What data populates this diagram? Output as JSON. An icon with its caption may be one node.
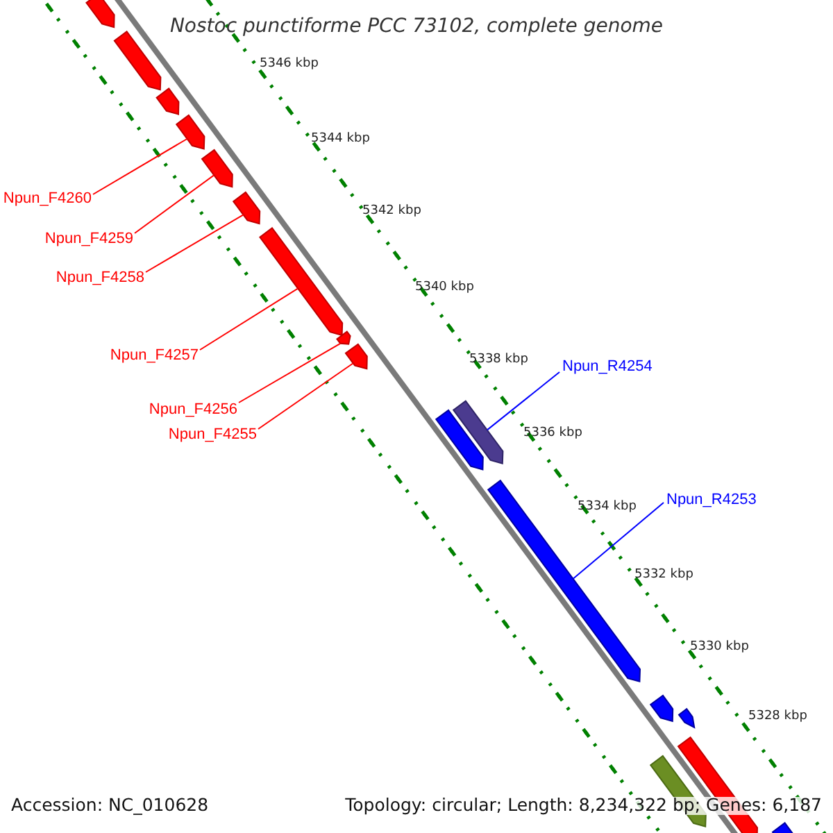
{
  "diagram": {
    "title": "Nostoc punctiforme PCC 73102, complete genome",
    "nodes": [
      {
        "text": [
          "Npun_F4260"
        ]
      },
      {
        "text": [
          "Npun_F4259"
        ]
      },
      {
        "text": [
          "Npun_F4258"
        ]
      },
      {
        "text": [
          "Npun_F4257"
        ]
      },
      {
        "text": [
          "Npun_R4254"
        ]
      },
      {
        "text": [
          "Npun_F4256"
        ]
      },
      {
        "text": [
          "Npun_F4255"
        ]
      },
      {
        "text": [
          "Npun_R4253"
        ]
      },
      {
        "text": [],
        "shape": "arrow"
      },
      {
        "text": [],
        "shape": "arrow"
      },
      {
        "text": [],
        "shape": "arrow"
      },
      {
        "text": [],
        "shape": "arrow"
      },
      {
        "text": [],
        "shape": "arrow"
      },
      {
        "text": [],
        "shape": "arrow"
      },
      {
        "text": [],
        "shape": "arrow"
      },
      {
        "text": [],
        "shape": "arrow"
      },
      {
        "text": [],
        "shape": "arrow"
      },
      {
        "text": [],
        "shape": "arrow"
      },
      {
        "text": [],
        "shape": "arrow"
      },
      {
        "text": [],
        "shape": "arrow"
      },
      {
        "text": [],
        "shape": "arrow"
      },
      {
        "text": [],
        "shape": "arrow"
      },
      {
        "text": [],
        "shape": "arrow"
      },
      {
        "text": [],
        "shape": "arrow"
      },
      {
        "text": [],
        "shape": "arrow"
      }
    ],
    "edges": [
      {
        "from": 0,
        "to": 11,
        "arrow": "none"
      },
      {
        "from": 1,
        "to": 12,
        "arrow": "none"
      },
      {
        "from": 2,
        "to": 13,
        "arrow": "none"
      },
      {
        "from": 3,
        "to": 14,
        "arrow": "none"
      },
      {
        "from": 4,
        "to": 18,
        "arrow": "none",
        "color": "#0000ff"
      },
      {
        "from": 5,
        "to": 15,
        "arrow": "none"
      },
      {
        "from": 6,
        "to": 16,
        "arrow": "none"
      },
      {
        "from": 7,
        "to": 19,
        "arrow": "none",
        "color": "#0000ff"
      }
    ],
    "labels": [
      "5346 kbp",
      "5344 kbp",
      "5342 kbp",
      "5340 kbp",
      "5338 kbp",
      "5336 kbp",
      "5334 kbp",
      "5332 kbp",
      "5330 kbp",
      "5328 kbp",
      "Accession: NC_010628",
      "Topology: circular; Length: 8,234,322 bp; Genes: 6,187"
    ]
  }
}
